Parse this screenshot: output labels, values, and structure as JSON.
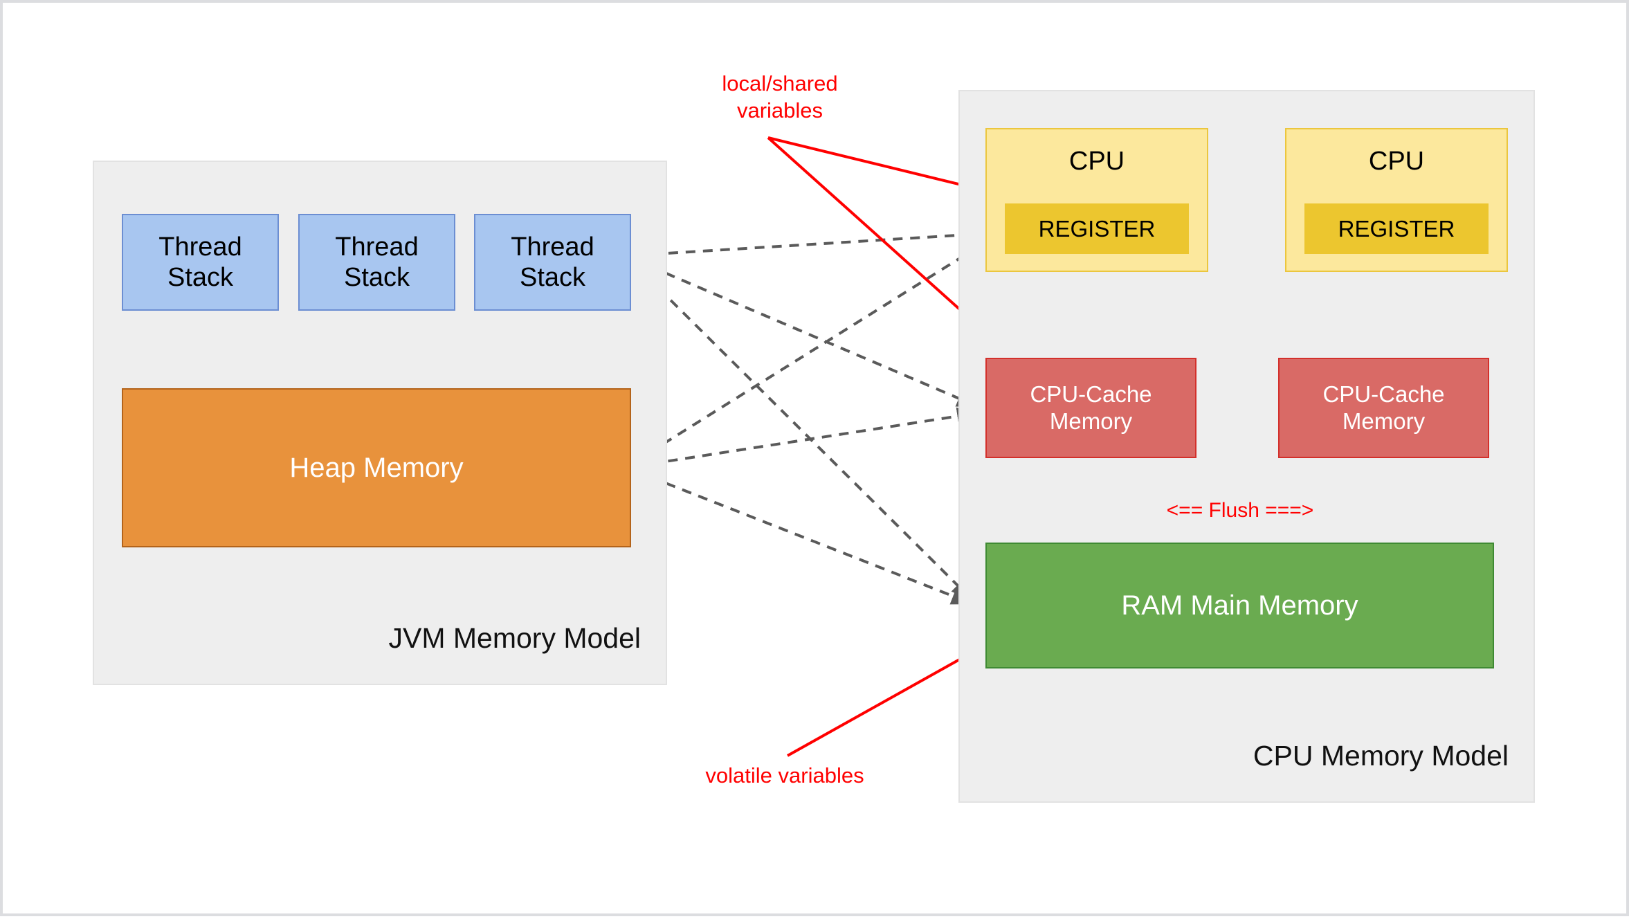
{
  "diagram": {
    "title": "JVM Memory Model and CPU Memory Model",
    "background": "#ffffff"
  },
  "jvm_panel": {
    "title": "JVM Memory Model",
    "thread_stacks": [
      {
        "label": "Thread\nStack"
      },
      {
        "label": "Thread\nStack"
      },
      {
        "label": "Thread\nStack"
      }
    ],
    "heap": {
      "label": "Heap Memory"
    },
    "colors": {
      "panel_fill": "#eeeeee",
      "panel_border": "#e2e2e2",
      "thread_fill": "#a8c6f0",
      "thread_border": "#6c8ed2",
      "heap_fill": "#e8923c",
      "heap_border": "#b3631a"
    }
  },
  "cpu_panel": {
    "title": "CPU Memory Model",
    "cpus": [
      {
        "label": "CPU",
        "register_label": "REGISTER",
        "cache_label": "CPU-Cache\nMemory"
      },
      {
        "label": "CPU",
        "register_label": "REGISTER",
        "cache_label": "CPU-Cache\nMemory"
      }
    ],
    "ram": {
      "label": "RAM Main Memory"
    },
    "colors": {
      "cpu_fill": "#fce89d",
      "cpu_border": "#ebc63e",
      "register_fill": "#ecc62f",
      "cache_fill": "#d96a66",
      "cache_border": "#d3302b",
      "ram_fill": "#6aab50",
      "ram_border": "#3f8a33"
    }
  },
  "annotations": {
    "local_shared": "local/shared\nvariables",
    "volatile": "volatile variables",
    "flush": "<== Flush ===>",
    "color": "#ff0000"
  },
  "connectors": {
    "dashed_color": "#5a5a5a",
    "solid_color": "#5a5a5a",
    "red_color": "#ff0000",
    "dashed_links": [
      {
        "from": "thread-stack-2",
        "to": "register-0"
      },
      {
        "from": "thread-stack-2",
        "to": "cpu-cache-0"
      },
      {
        "from": "thread-stack-2",
        "to": "ram-main-memory"
      },
      {
        "from": "heap-memory",
        "to": "register-0"
      },
      {
        "from": "heap-memory",
        "to": "cpu-cache-0"
      },
      {
        "from": "heap-memory",
        "to": "ram-main-memory"
      }
    ],
    "red_links": [
      {
        "from": "local-shared-variables-label",
        "to": "register-0"
      },
      {
        "from": "local-shared-variables-label",
        "to": "cpu-cache-0"
      },
      {
        "from": "volatile-variables-label",
        "to": "ram-main-memory"
      }
    ],
    "solid_pairs": [
      {
        "between": [
          "cpu-0",
          "cpu-cache-0"
        ],
        "directions": [
          "down",
          "up"
        ]
      },
      {
        "between": [
          "cpu-1",
          "cpu-cache-1"
        ],
        "directions": [
          "down",
          "up"
        ]
      },
      {
        "between": [
          "cpu-cache-0",
          "ram-main-memory"
        ],
        "directions": [
          "down",
          "up"
        ]
      },
      {
        "between": [
          "cpu-cache-1",
          "ram-main-memory"
        ],
        "directions": [
          "down",
          "up"
        ]
      }
    ]
  }
}
